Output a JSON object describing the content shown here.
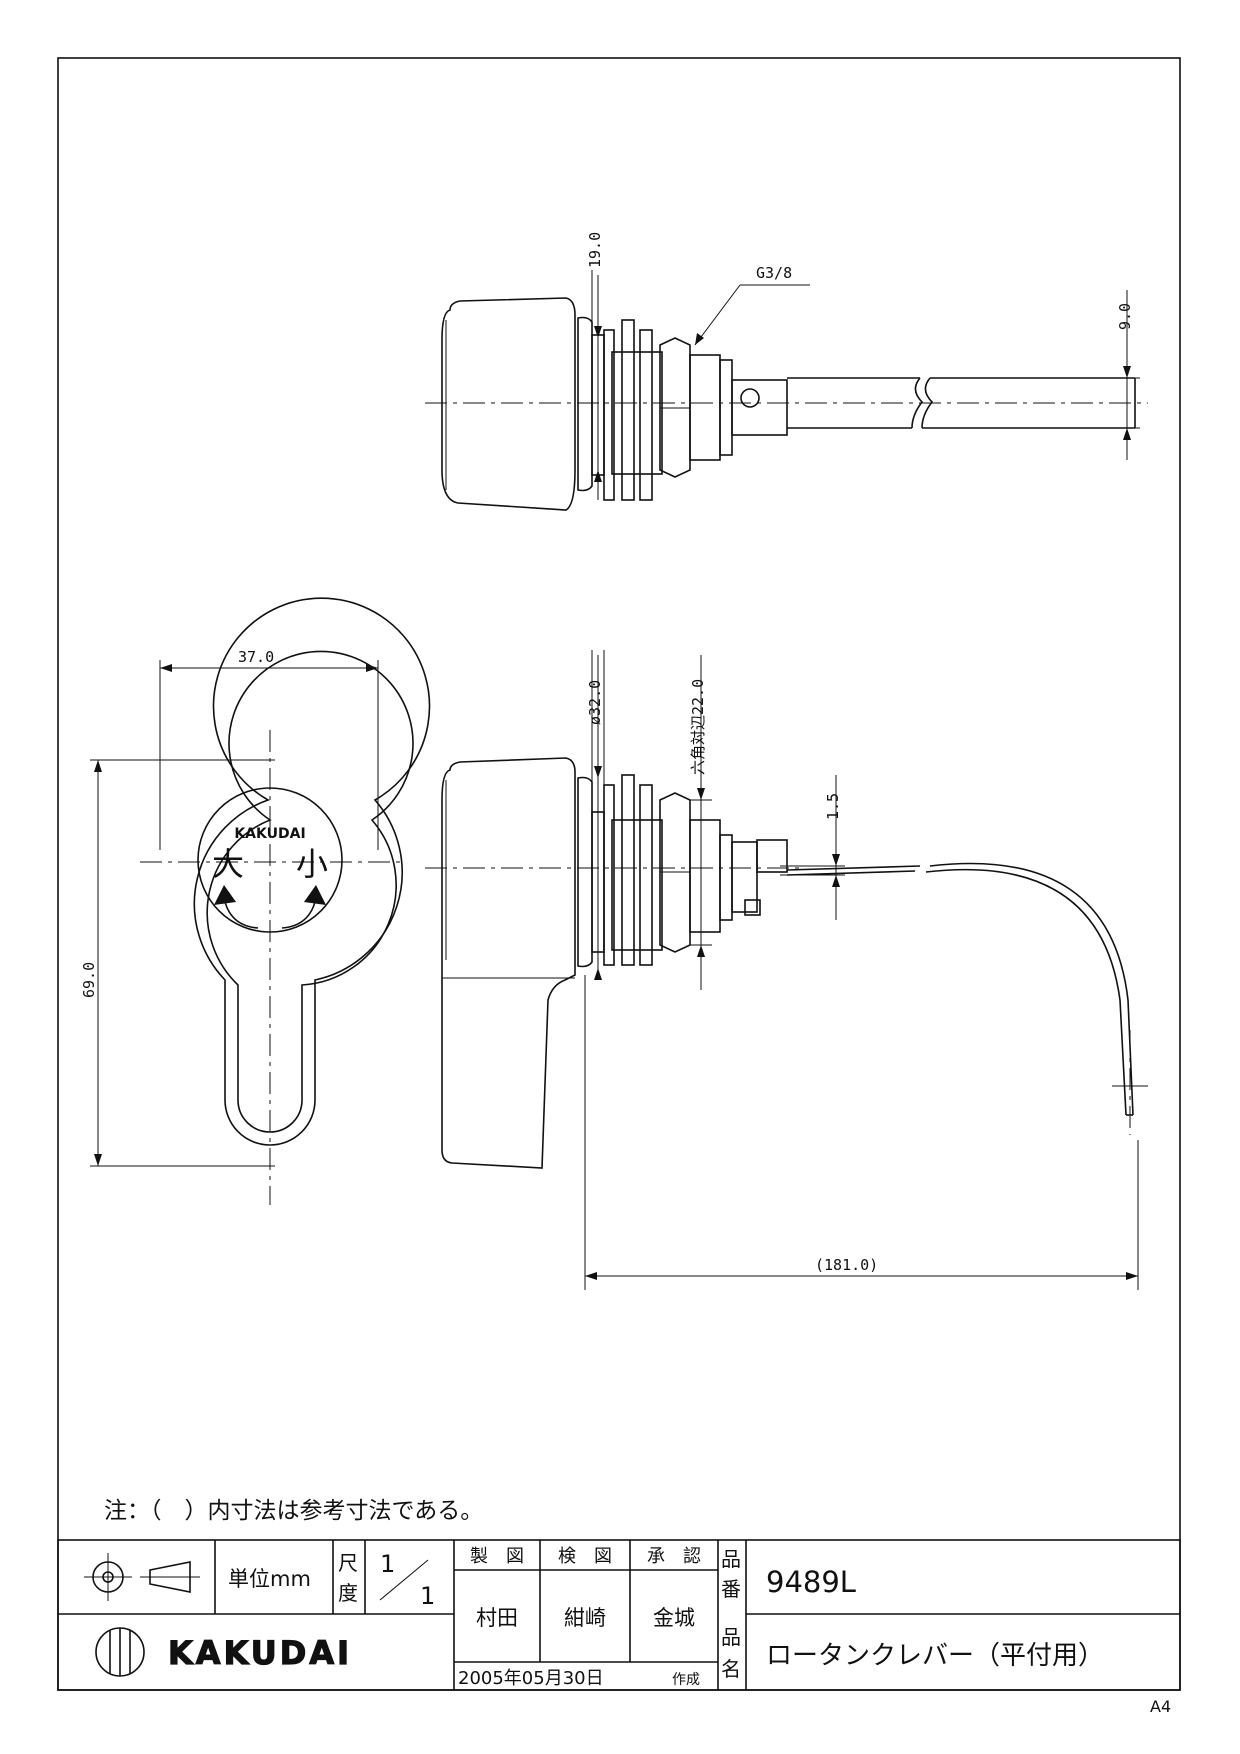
{
  "drawing": {
    "dimensions": {
      "d19": "19.0",
      "g38": "G3/8",
      "d9": "9.0",
      "d37": "37.0",
      "d69": "69.0",
      "phi32": "ø32.0",
      "hex22": "六角対辺22.0",
      "d15": "1.5",
      "d181": "(181.0)"
    },
    "lever_face": {
      "brand": "KAKUDAI",
      "big": "大",
      "small": "小"
    }
  },
  "note": "注：（　）内寸法は参考寸法である。",
  "title_block": {
    "unit": "単位mm",
    "scale_label": [
      "尺",
      "度"
    ],
    "scale_num": "1",
    "scale_den": "1",
    "roles": [
      "製　図",
      "検　図",
      "承　認"
    ],
    "names": [
      "村田",
      "紺崎",
      "金城"
    ],
    "date": "2005年05月30日",
    "created": "作成",
    "part_no_label": [
      "品",
      "番"
    ],
    "part_no": "9489L",
    "part_name_label": [
      "品",
      "名"
    ],
    "part_name": "ロータンクレバー（平付用）",
    "company": "KAKUDAI",
    "paper": "A4"
  }
}
